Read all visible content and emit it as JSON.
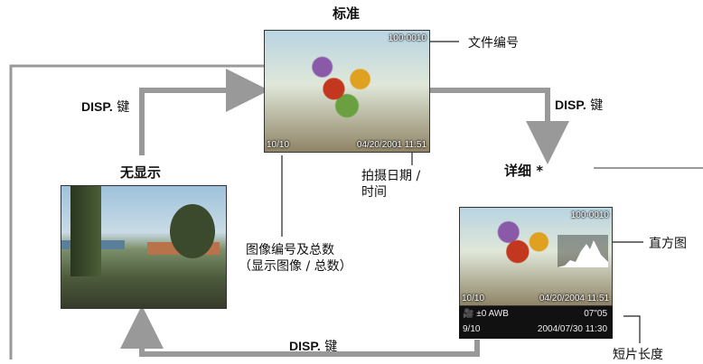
{
  "titles": {
    "standard": "标准",
    "no_display": "无显示",
    "detailed": "详细 *"
  },
  "disp_key": {
    "key": "DISP.",
    "suffix": " 键"
  },
  "callouts": {
    "file_number": "文件编号",
    "shoot_date_line1": "拍摄日期 /",
    "shoot_date_line2": "时间",
    "image_number_line1": "图像编号及总数",
    "image_number_line2": "（显示图像 / 总数）",
    "histogram": "直方图",
    "clip_length": "短片长度"
  },
  "standard_screen": {
    "file_no": "100-0010",
    "counter": "10/10",
    "datetime": "04/20/2001 11:51"
  },
  "detailed_screen": {
    "file_no": "100-0010",
    "counter": "10/10",
    "datetime": "04/20/2004 11:51",
    "info_row1_left": "🎥 ±0 AWB",
    "info_row1_right": "07\"05",
    "info_row2_left": "9/10",
    "info_row2_right": "2004/07/30 11:30"
  },
  "colors": {
    "arrow": "#999999",
    "line": "#222222"
  }
}
